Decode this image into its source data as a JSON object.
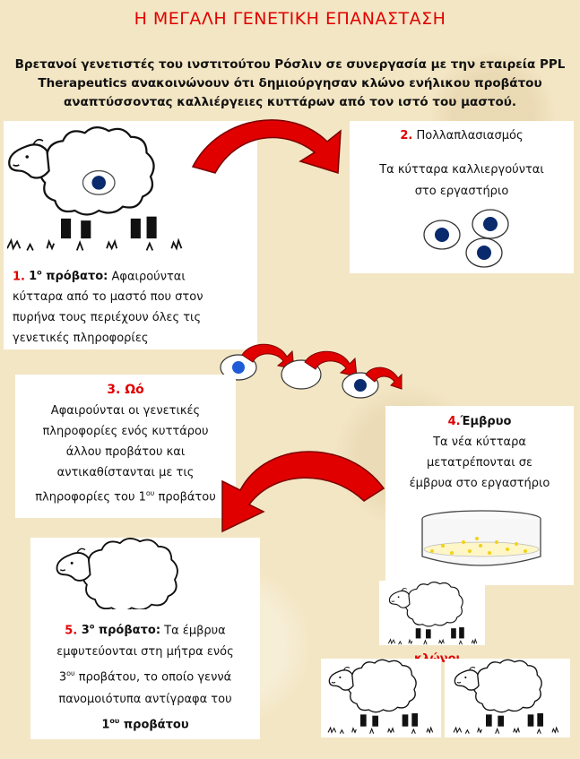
{
  "title": "Η ΜΕΓΑΛΗ ΓΕΝΕΤΙΚΗ ΕΠΑΝΑΣΤΑΣΗ",
  "intro": {
    "line1": "Βρετανοί γενετιστές του ινστιτούτου Ρόσλιν σε συνεργασία με την εταιρεία PPL",
    "line2": "Therapeutics ανακοινώνουν ότι δημιούργησαν κλώνο ενήλικου προβάτου",
    "line3": "αναπτύσσοντας καλλιέργειες κυττάρων από τον ιστό του μαστού."
  },
  "step1": {
    "num": "1.",
    "heading_main": "1",
    "heading_sup": "ο",
    "heading_rest": " πρόβατο:",
    "text_l1": " Αφαιρούνται",
    "text_l2": "κύτταρα από το μαστό που στον",
    "text_l3": "πυρήνα τους περιέχουν όλες τις",
    "text_l4": "γενετικές πληροφορίες"
  },
  "step2": {
    "num": "2.",
    "heading": " Πολλαπλασιασμός",
    "text_l1": "Τα κύτταρα καλλιεργούνται",
    "text_l2": "στο εργαστήριο"
  },
  "step3": {
    "num": "3.",
    "heading": " Ωό",
    "text_l1": "Αφαιρούνται οι γενετικές",
    "text_l2": "πληροφορίες ενός κυττάρου",
    "text_l3": "άλλου προβάτου και",
    "text_l4": "αντικαθίστανται με τις",
    "text_l5_a": "πληροφορίες του 1",
    "text_l5_sup": "ου",
    "text_l5_b": " προβάτου"
  },
  "step4": {
    "num": "4.",
    "heading": "Έμβρυο",
    "text_l1": "Τα νέα κύτταρα",
    "text_l2": "μετατρέπονται σε",
    "text_l3": "έμβρυα στο εργαστήριο"
  },
  "step5": {
    "num": "5.",
    "heading_main": " 3",
    "heading_sup": "ο",
    "heading_rest": " πρόβατο:",
    "text_l1": " Τα έμβρυα",
    "text_l2": "εμφυτεύονται στη μήτρα ενός",
    "text_l3_a": "3",
    "text_l3_sup": "ου",
    "text_l3_b": " προβάτου, το οποίο γεννά",
    "text_l4": "πανομοιότυπα αντίγραφα του",
    "text_l5_a": "1",
    "text_l5_sup": "ου",
    "text_l5_b": " προβάτου"
  },
  "clones_label": "κλώνοι",
  "colors": {
    "accent_red": "#e00000",
    "nucleus_blue": "#0a2a6e",
    "egg_blue": "#1e5bd6",
    "background": "#f3e6c4"
  }
}
